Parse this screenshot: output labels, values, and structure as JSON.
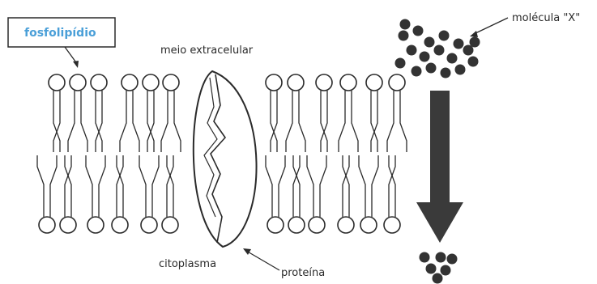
{
  "labels": {
    "phospholipid": "fosfolipídio",
    "extracellular": "meio extracelular",
    "cytoplasm": "citoplasma",
    "protein": "proteína",
    "molecule": "molécula \"X\""
  },
  "colors": {
    "ink": "#2a2a2a",
    "phospholipid_label": "#4a9fd8",
    "molecule": "#333333",
    "arrow": "#3a3a3a"
  },
  "icons": {
    "flow_arrow": "down-arrow-icon",
    "molecule_dot": "filled-circle"
  }
}
